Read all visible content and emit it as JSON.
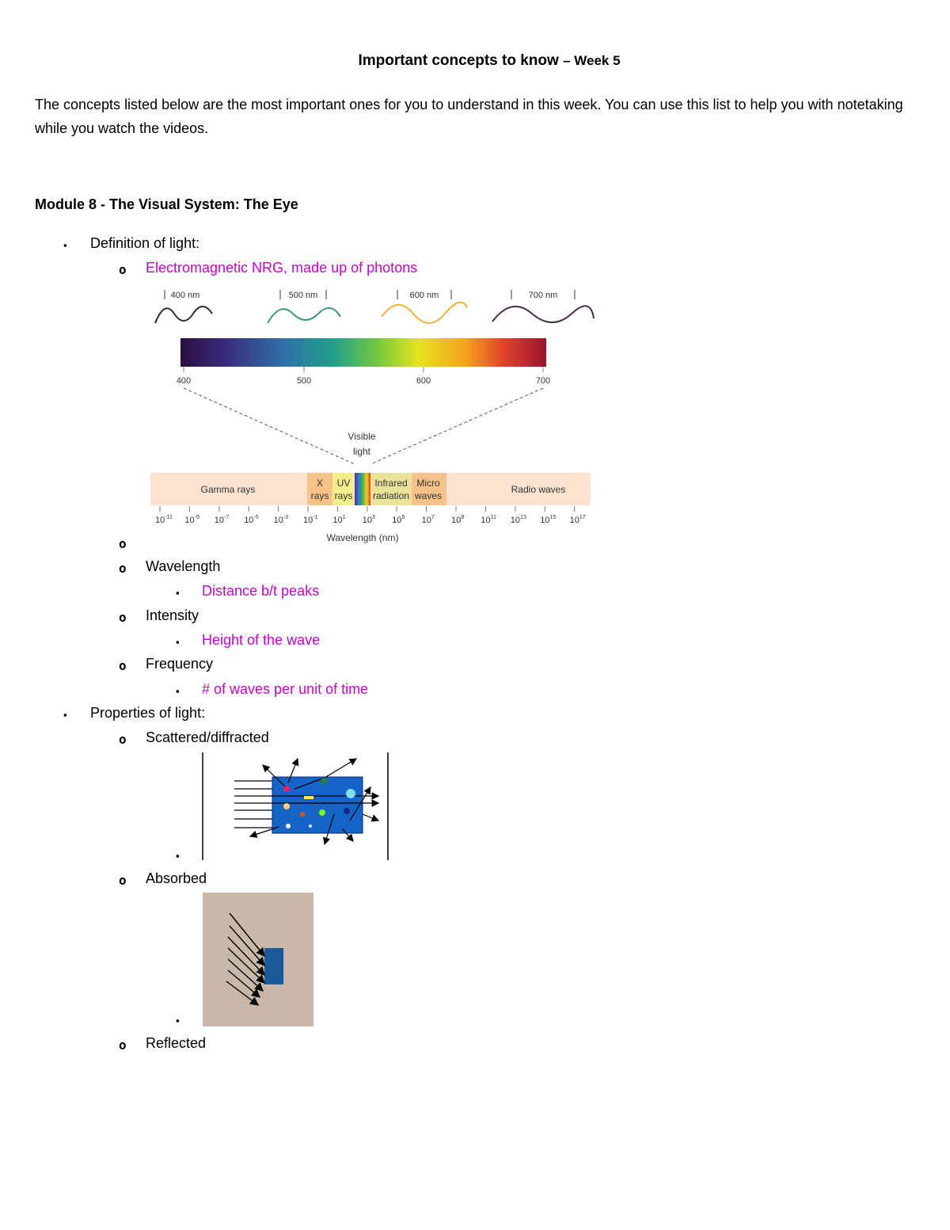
{
  "title": {
    "main": "Important concepts to know",
    "sub": "– Week 5"
  },
  "intro": "The concepts listed below are the most important ones for you to understand in this week. You can use this list to help you with notetaking while you watch the videos.",
  "module_heading": "Module 8 - The Visual System: The Eye",
  "bullets": {
    "square": "▪",
    "circle": "o"
  },
  "definition": {
    "label": "Definition of light:",
    "description": "Electromagnetic NRG, made up of photons",
    "wavelength": {
      "label": "Wavelength",
      "detail": "Distance b/t peaks"
    },
    "intensity": {
      "label": "Intensity",
      "detail": "Height of the wave"
    },
    "frequency": {
      "label": "Frequency",
      "detail": "# of waves per unit of time"
    }
  },
  "spectrum_figure": {
    "wave_labels": [
      "400 nm",
      "500 nm",
      "600 nm",
      "700 nm"
    ],
    "wave_colors": [
      "#2b2b2b",
      "#3a9b7a",
      "#f2b233",
      "#4a2a4a"
    ],
    "axis_ticks": [
      "400",
      "500",
      "600",
      "700"
    ],
    "visible_label_1": "Visible",
    "visible_label_2": "light",
    "bands": {
      "gamma": "Gamma rays",
      "x1": "X",
      "x2": "rays",
      "uv1": "UV",
      "uv2": "rays",
      "ir1": "Infrared",
      "ir2": "radiation",
      "mw1": "Micro",
      "mw2": "waves",
      "radio": "Radio waves"
    },
    "wl_mantissa": [
      "10",
      "10",
      "10",
      "10",
      "10",
      "10",
      "10",
      "10",
      "10",
      "10",
      "10",
      "10",
      "10",
      "10",
      "10"
    ],
    "wl_exponents": [
      "-11",
      "-9",
      "-7",
      "-5",
      "-3",
      "-1",
      "1",
      "3",
      "5",
      "7",
      "9",
      "11",
      "13",
      "15",
      "17"
    ],
    "axis_label": "Wavelength (nm)"
  },
  "properties": {
    "label": "Properties of light:",
    "scattered": "Scattered/diffracted",
    "absorbed": "Absorbed",
    "reflected": "Reflected"
  },
  "colors": {
    "accent_pink": "#cc00cc",
    "scatter_blue": "#1565c8",
    "absorb_bg": "#c8b8a8",
    "absorb_block": "#1a5a99"
  }
}
